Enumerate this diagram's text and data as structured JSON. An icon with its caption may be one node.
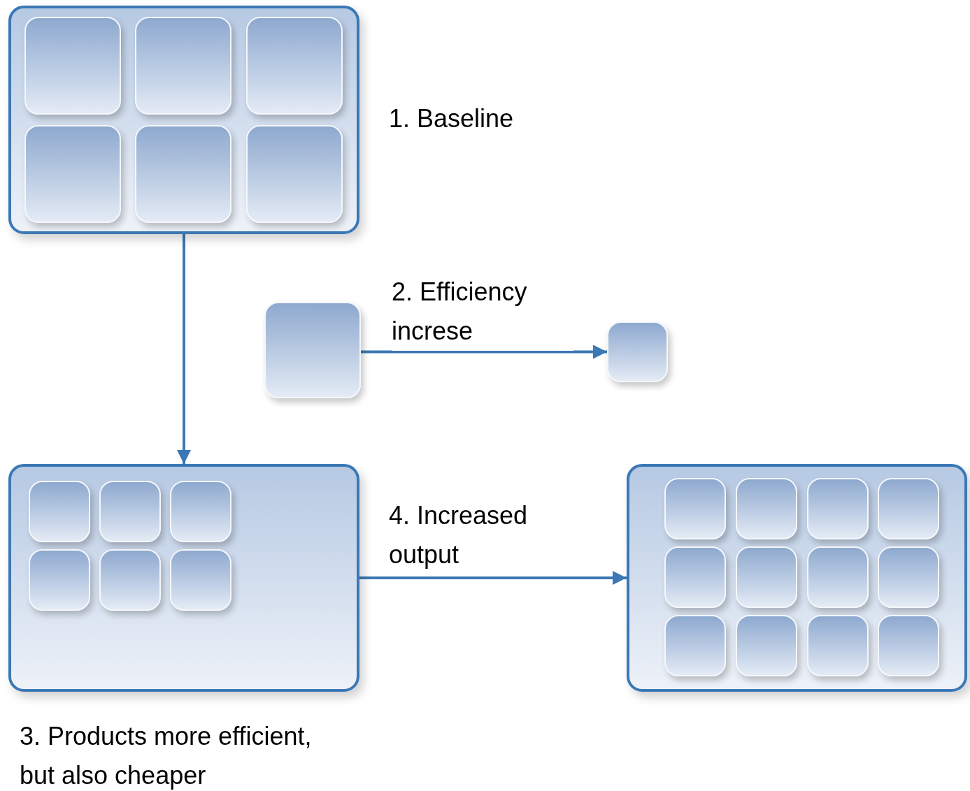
{
  "diagram": {
    "nodes": [
      {
        "text": [],
        "shape": "box",
        "beside": [
          "1. Baseline"
        ]
      },
      {
        "text": [],
        "shape": "box",
        "in": 0
      },
      {
        "text": [],
        "shape": "box",
        "in": 0
      },
      {
        "text": [],
        "shape": "box",
        "in": 0
      },
      {
        "text": [],
        "shape": "box",
        "in": 0
      },
      {
        "text": [],
        "shape": "box",
        "in": 0
      },
      {
        "text": [],
        "shape": "box",
        "in": 0
      },
      {
        "text": [],
        "shape": "box"
      },
      {
        "text": [],
        "shape": "box"
      },
      {
        "text": [],
        "shape": "box",
        "beside": [
          "3. Products more efficient, but also cheaper"
        ]
      },
      {
        "text": [],
        "shape": "box",
        "in": 9
      },
      {
        "text": [],
        "shape": "box",
        "in": 9
      },
      {
        "text": [],
        "shape": "box",
        "in": 9
      },
      {
        "text": [],
        "shape": "box",
        "in": 9
      },
      {
        "text": [],
        "shape": "box",
        "in": 9
      },
      {
        "text": [],
        "shape": "box",
        "in": 9
      },
      {
        "text": [],
        "shape": "box"
      },
      {
        "text": [],
        "shape": "box",
        "in": 16
      },
      {
        "text": [],
        "shape": "box",
        "in": 16
      },
      {
        "text": [],
        "shape": "box",
        "in": 16
      },
      {
        "text": [],
        "shape": "box",
        "in": 16
      },
      {
        "text": [],
        "shape": "box",
        "in": 16
      },
      {
        "text": [],
        "shape": "box",
        "in": 16
      },
      {
        "text": [],
        "shape": "box",
        "in": 16
      },
      {
        "text": [],
        "shape": "box",
        "in": 16
      },
      {
        "text": [],
        "shape": "box",
        "in": 16
      },
      {
        "text": [],
        "shape": "box",
        "in": 16
      },
      {
        "text": [],
        "shape": "box",
        "in": 16
      },
      {
        "text": [],
        "shape": "box",
        "in": 16
      }
    ],
    "edges": [
      {
        "from": 0,
        "to": 9,
        "arrow": "to"
      },
      {
        "from": 7,
        "to": 8,
        "arrow": "to",
        "label": "2. Efficiency increse"
      },
      {
        "from": 9,
        "to": 16,
        "arrow": "to",
        "label": "4. Increased output"
      }
    ]
  }
}
